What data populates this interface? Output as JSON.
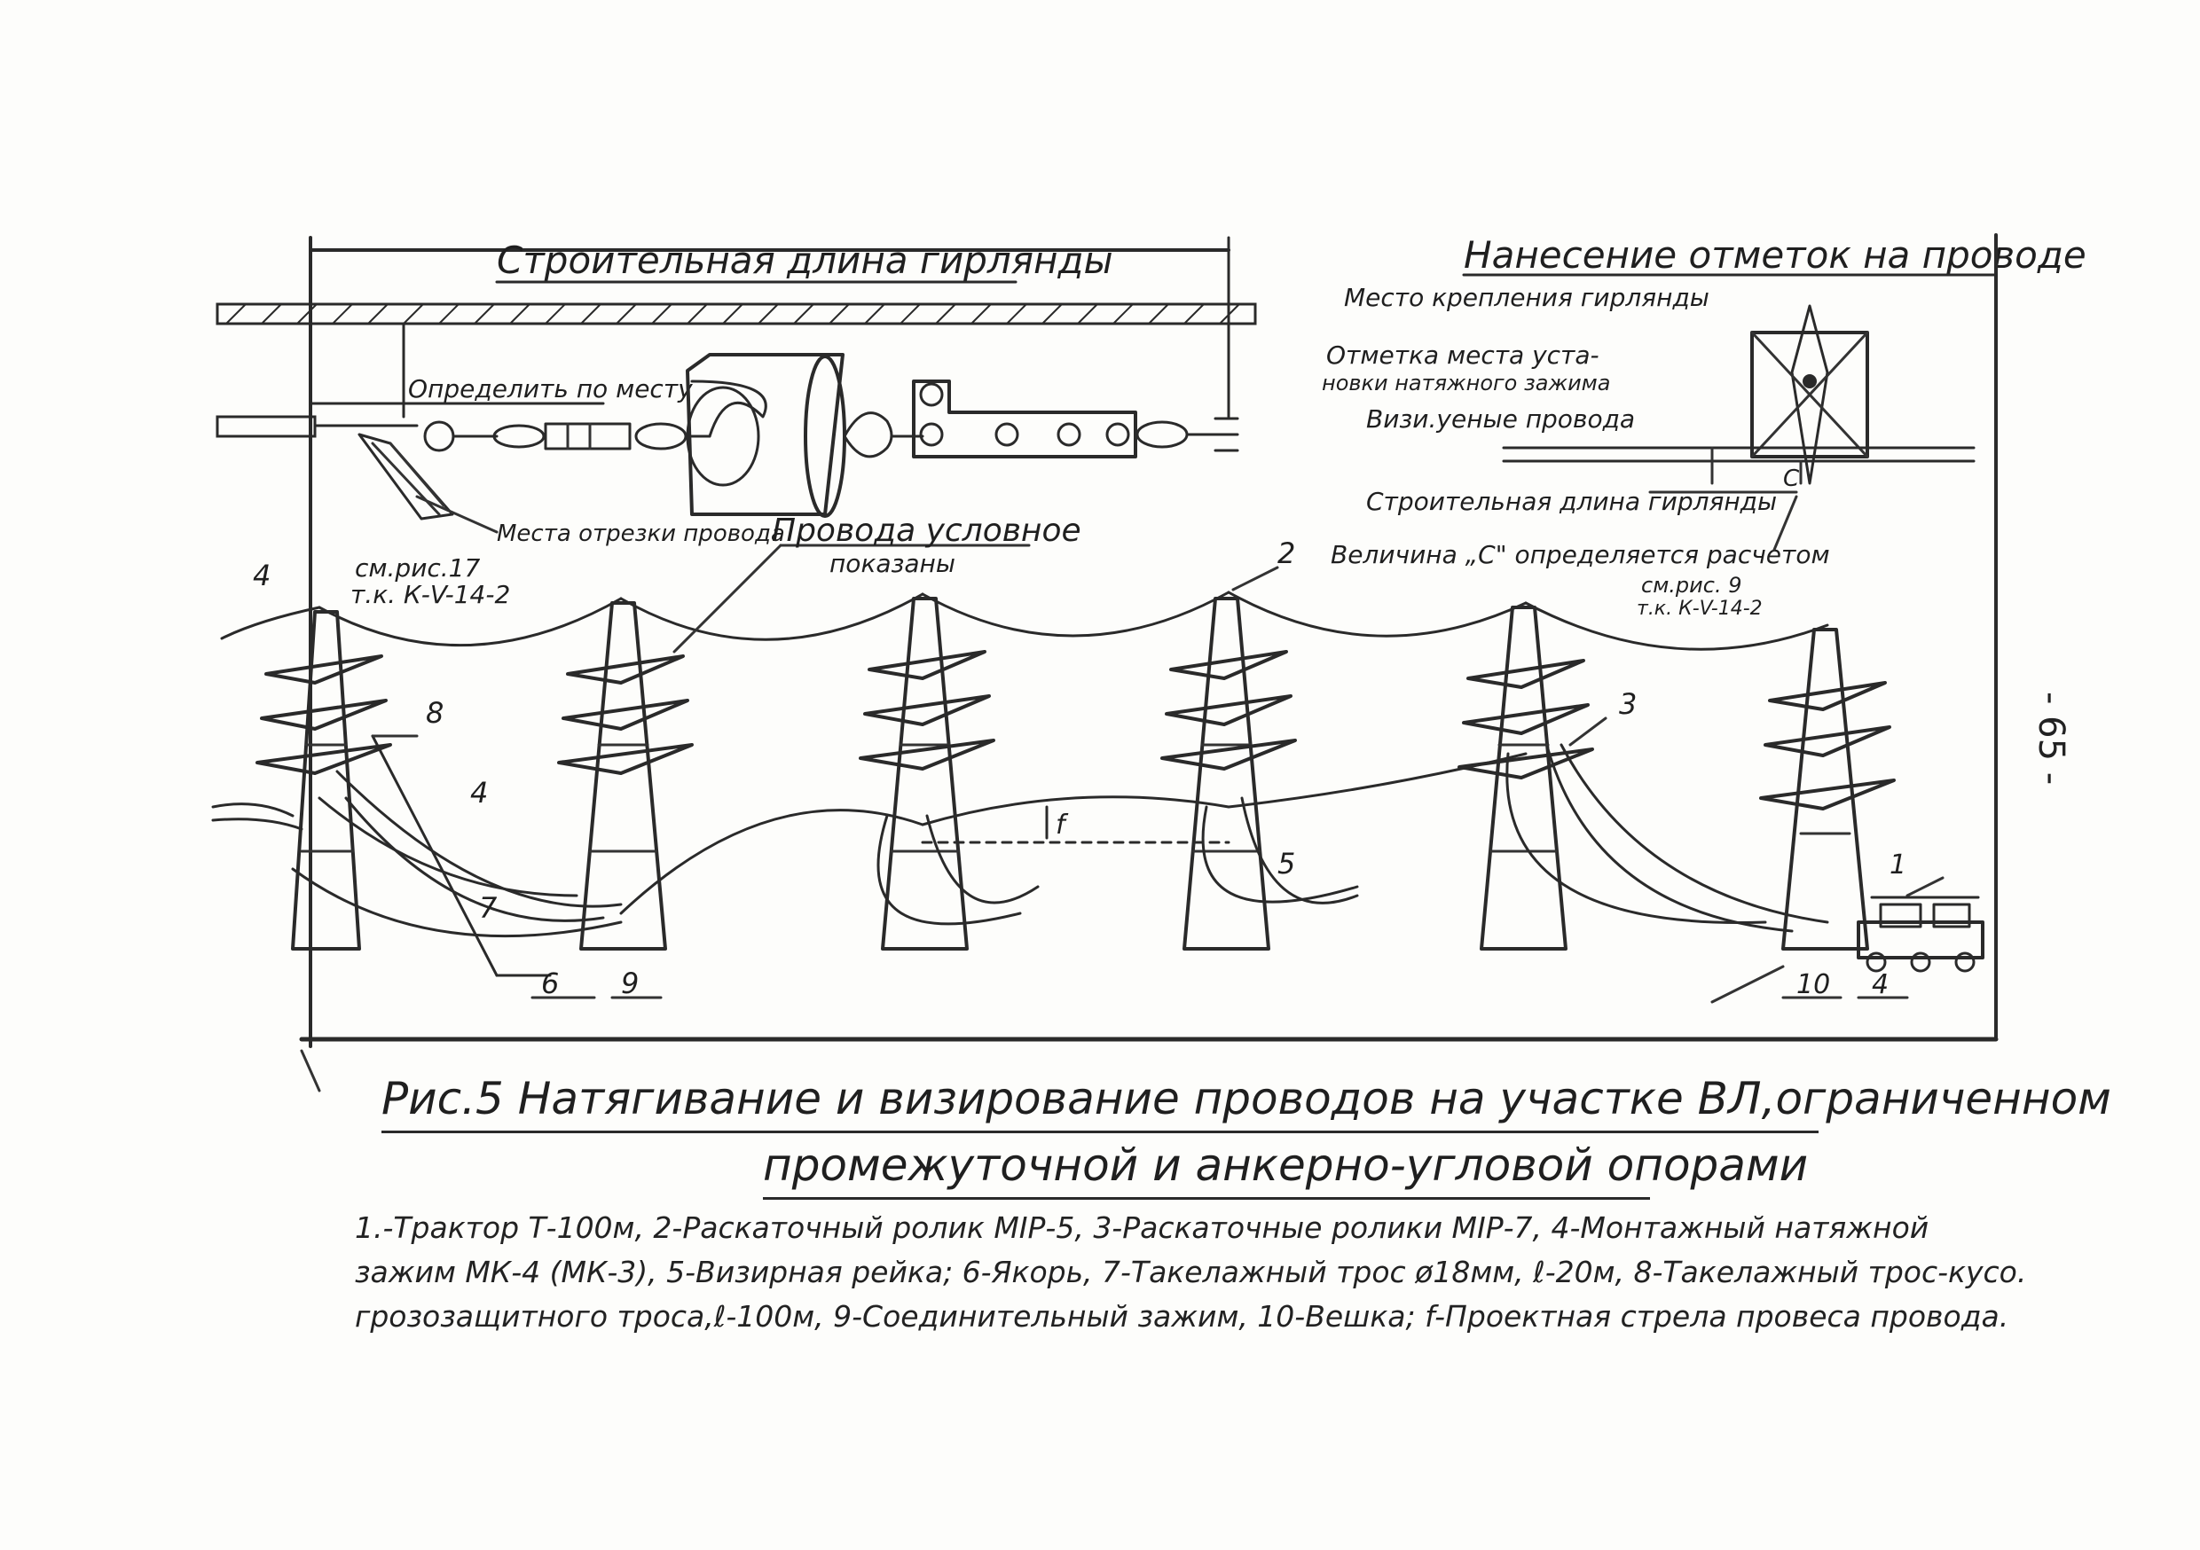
{
  "page": {
    "number": "- 65 -"
  },
  "detail": {
    "title": "Строительная длина гирлянды",
    "determine_on_site": "Определить по месту",
    "cut_location": "Места отрезки провода"
  },
  "marking": {
    "title": "Нанесение отметок на проводе",
    "garland_attach": "Место крепления гирлянды",
    "clamp_mark_1": "Отметка места уста-",
    "clamp_mark_2": "новки натяжного зажима",
    "sighted_wires": "Визи.уеные провода",
    "build_length": "Строительная длина гирлянды",
    "value_c": "Величина „С\" определяется расчетом",
    "see_fig_1": "см.рис. 9",
    "see_fig_2": "т.к. К-V-14-2",
    "c_label": "С"
  },
  "main": {
    "see_ref_1": "см.рис.17",
    "see_ref_2": "т.к. К-V-14-2",
    "wires_conditional_1": "Провода условное",
    "wires_conditional_2": "показаны",
    "callouts": [
      "4",
      "8",
      "4",
      "7",
      "6",
      "9",
      "2",
      "5",
      "3",
      "f",
      "1",
      "10",
      "4"
    ]
  },
  "caption": {
    "line1": "Рис.5 Натягивание и визирование проводов на участке ВЛ,ограниченном",
    "line2": "промежуточной и анкерно-угловой опорами"
  },
  "legend": {
    "line1": "1.-Трактор Т-100м, 2-Раскаточный ролик МІР-5, 3-Раскаточные ролики МІР-7, 4-Монтажный натяжной",
    "line2": "зажим МК-4 (МК-3), 5-Визирная рейка; 6-Якорь, 7-Такелажный трос ø18мм, ℓ-20м, 8-Такелажный трос-кусо.",
    "line3": "грозозащитного троса,ℓ-100м, 9-Соединительный зажим, 10-Вешка; f-Проектная стрела провеса провода."
  }
}
